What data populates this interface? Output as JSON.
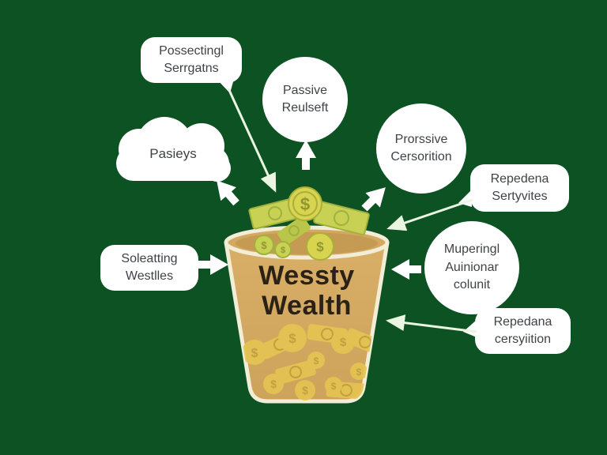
{
  "colors": {
    "background": "#0d5223",
    "bubble_fill": "#ffffff",
    "bubble_text": "#3f4347",
    "solid_arrow": "#ffffff",
    "line_arrow": "#eaf5e2",
    "bucket_body": "#d5aa62",
    "bucket_rim": "#d3a860",
    "bucket_rim_inner": "#c59a53",
    "bucket_outline": "#f2edd7",
    "bucket_text": "#2b2114",
    "money_bill_green": "#c8d153",
    "money_bill_green_dark": "#9fb23f",
    "money_coin_green": "#d8d44f",
    "money_coin_green_dark": "#aaaf3c",
    "money_gold": "#e4c452",
    "money_gold_dark": "#bfa03e"
  },
  "bucket": {
    "line1": "Wessty",
    "line2": "Wealth"
  },
  "money": {
    "symbol": "$"
  },
  "labels": {
    "top_left_box": {
      "line1": "Possectingl",
      "line2": "Serrgatns"
    },
    "cloud": {
      "text": "Pasieys"
    },
    "top_circle": {
      "line1": "Passive",
      "line2": "Reulseft"
    },
    "right_circle": {
      "line1": "Prorssive",
      "line2": "Cersorition"
    },
    "right_box": {
      "line1": "Repedena",
      "line2": "Sertyvites"
    },
    "left_box": {
      "line1": "Soleatting",
      "line2": "Westlles"
    },
    "lower_right_circle": {
      "line1": "Muperingl",
      "line2": "Auinionar",
      "line3": "colunit"
    },
    "bottom_right_box": {
      "line1": "Repedana",
      "line2": "cersyiition"
    }
  }
}
